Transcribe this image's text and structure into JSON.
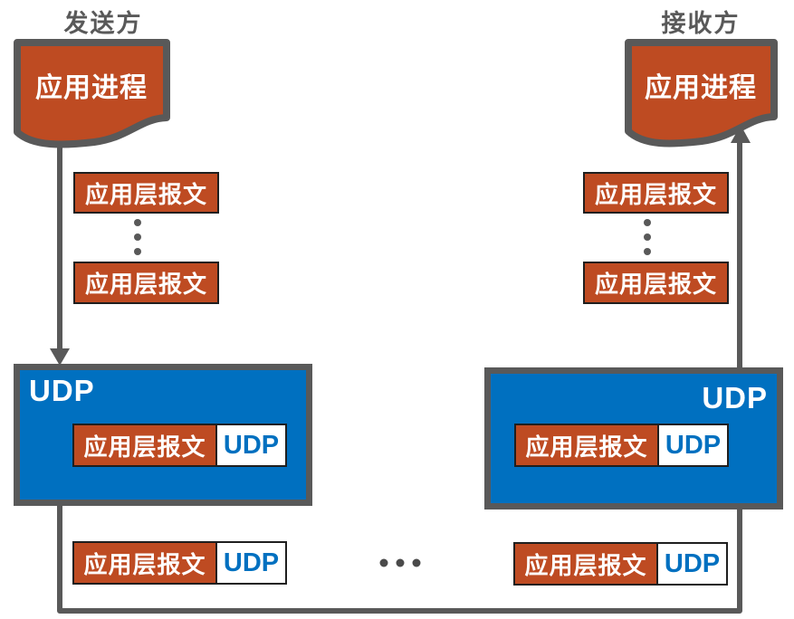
{
  "sender": {
    "label": "发送方",
    "process": "应用进程",
    "messages": [
      "应用层报文",
      "应用层报文"
    ],
    "udp_label": "UDP",
    "segment_in_udp": {
      "payload": "应用层报文",
      "header": "UDP"
    },
    "segment_below": {
      "payload": "应用层报文",
      "header": "UDP"
    }
  },
  "receiver": {
    "label": "接收方",
    "process": "应用进程",
    "messages": [
      "应用层报文",
      "应用层报文"
    ],
    "udp_label": "UDP",
    "segment_in_udp": {
      "payload": "应用层报文",
      "header": "UDP"
    },
    "segment_below": {
      "payload": "应用层报文",
      "header": "UDP"
    }
  },
  "colors": {
    "orange": "#be4b22",
    "blue": "#0070c0",
    "gray": "#595959",
    "chip_border": "#1f1f1f",
    "white": "#ffffff"
  }
}
